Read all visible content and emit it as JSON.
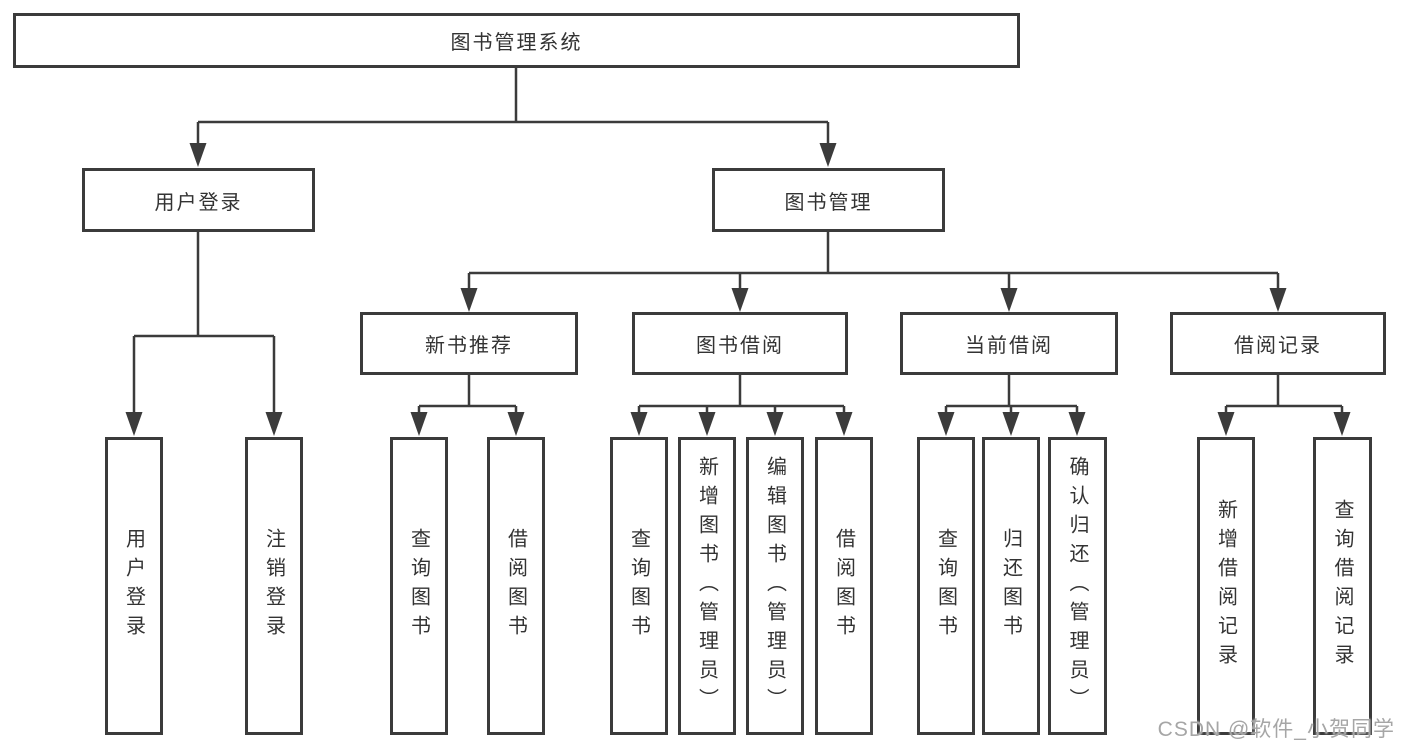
{
  "diagram": {
    "root": "图书管理系统",
    "branches": [
      {
        "label": "用户登录",
        "children": [
          "用户登录",
          "注销登录"
        ]
      },
      {
        "label": "图书管理",
        "groups": [
          {
            "label": "新书推荐",
            "children": [
              "查询图书",
              "借阅图书"
            ]
          },
          {
            "label": "图书借阅",
            "children": [
              "查询图书",
              "新增图书（管理员）",
              "编辑图书（管理员）",
              "借阅图书"
            ]
          },
          {
            "label": "当前借阅",
            "children": [
              "查询图书",
              "归还图书",
              "确认归还（管理员）"
            ]
          },
          {
            "label": "借阅记录",
            "children": [
              "新增借阅记录",
              "查询借阅记录"
            ]
          }
        ]
      }
    ],
    "colors": {
      "line": "#3b3b3b",
      "box_border": "#3b3b3b",
      "text": "#333333",
      "background": "#ffffff",
      "watermark": "#a6a6a6"
    }
  },
  "watermark": "CSDN @软件_小贺同学"
}
